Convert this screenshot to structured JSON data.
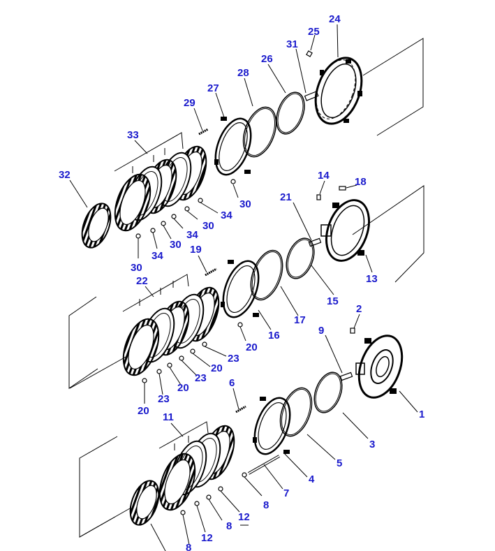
{
  "diagram": {
    "callout_color": "#1a1acc",
    "line_color": "#000000",
    "callouts": [
      {
        "id": "c24",
        "text": "24"
      },
      {
        "id": "c25",
        "text": "25"
      },
      {
        "id": "c31",
        "text": "31"
      },
      {
        "id": "c26",
        "text": "26"
      },
      {
        "id": "c28",
        "text": "28"
      },
      {
        "id": "c27",
        "text": "27"
      },
      {
        "id": "c29",
        "text": "29"
      },
      {
        "id": "c33",
        "text": "33"
      },
      {
        "id": "c32",
        "text": "32"
      },
      {
        "id": "c30a",
        "text": "30"
      },
      {
        "id": "c34a",
        "text": "34"
      },
      {
        "id": "c30b",
        "text": "30"
      },
      {
        "id": "c34b",
        "text": "34"
      },
      {
        "id": "c30c",
        "text": "30"
      },
      {
        "id": "c34c",
        "text": "34"
      },
      {
        "id": "c30d",
        "text": "30"
      },
      {
        "id": "c14",
        "text": "14"
      },
      {
        "id": "c18",
        "text": "18"
      },
      {
        "id": "c21",
        "text": "21"
      },
      {
        "id": "c13",
        "text": "13"
      },
      {
        "id": "c15",
        "text": "15"
      },
      {
        "id": "c19",
        "text": "19"
      },
      {
        "id": "c22",
        "text": "22"
      },
      {
        "id": "c17",
        "text": "17"
      },
      {
        "id": "c16",
        "text": "16"
      },
      {
        "id": "c20a",
        "text": "20"
      },
      {
        "id": "c23a",
        "text": "23"
      },
      {
        "id": "c20b",
        "text": "20"
      },
      {
        "id": "c23b",
        "text": "23"
      },
      {
        "id": "c20c",
        "text": "20"
      },
      {
        "id": "c23c",
        "text": "23"
      },
      {
        "id": "c20d",
        "text": "20"
      },
      {
        "id": "c2",
        "text": "2"
      },
      {
        "id": "c9",
        "text": "9"
      },
      {
        "id": "c1",
        "text": "1"
      },
      {
        "id": "c3",
        "text": "3"
      },
      {
        "id": "c6",
        "text": "6"
      },
      {
        "id": "c5",
        "text": "5"
      },
      {
        "id": "c11",
        "text": "11"
      },
      {
        "id": "c4",
        "text": "4"
      },
      {
        "id": "c7",
        "text": "7"
      },
      {
        "id": "c8a",
        "text": "8"
      },
      {
        "id": "c12a",
        "text": "12"
      },
      {
        "id": "c8b",
        "text": "8"
      },
      {
        "id": "c12b",
        "text": "12"
      },
      {
        "id": "c8c",
        "text": "8"
      }
    ]
  }
}
